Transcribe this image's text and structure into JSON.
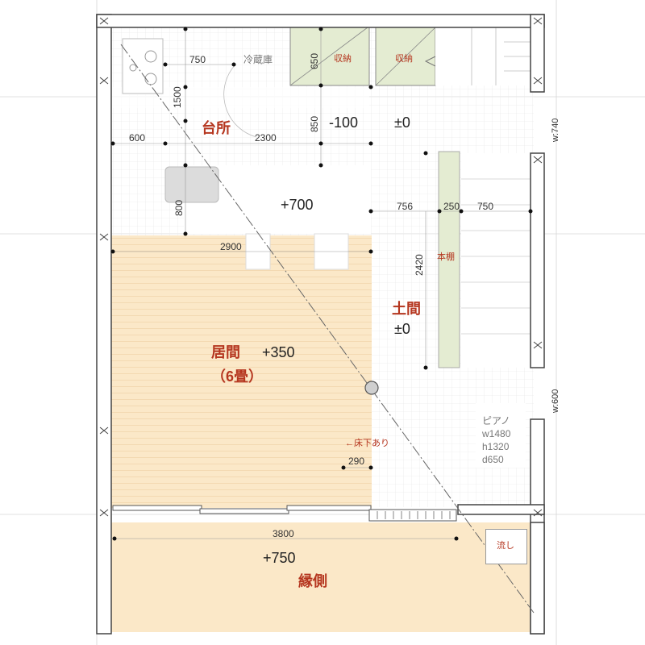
{
  "rooms": {
    "kitchen": "台所",
    "living": "居間",
    "living_mats": "（6畳）",
    "doma": "土間",
    "engawa": "縁側"
  },
  "levels": {
    "kitchen_sunken": "-100",
    "entry_zero": "±0",
    "dining_raised": "+700",
    "doma_zero": "±0",
    "living_level": "+350",
    "engawa_level": "+750"
  },
  "labels": {
    "fridge": "冷蔵庫",
    "storage_1": "収納",
    "storage_2": "収納",
    "bookshelf": "本棚",
    "underfloor": "←床下あり",
    "sink": "流し",
    "piano_title": "ピアノ",
    "piano_w": "w1480",
    "piano_h": "h1320",
    "piano_d": "d650",
    "window_right_top": "w:740",
    "window_right_bottom": "w:600"
  },
  "dimensions": {
    "d750_top": "750",
    "d650": "650",
    "d1500": "1500",
    "d600": "600",
    "d2300": "2300",
    "d850": "850",
    "d800": "800",
    "d756": "756",
    "d250": "250",
    "d750_right": "750",
    "d2900": "2900",
    "d2420": "2420",
    "d290": "290",
    "d3800": "3800"
  },
  "colors": {
    "wall_fill": "#ffffff",
    "wall_stroke": "#444444",
    "wood_floor": "#fbe8c8",
    "grid_line": "#e8e8e8",
    "storage_fill": "#e4ecd2",
    "bookshelf_fill": "#e4ecd2",
    "room_label": "#b5361f",
    "sink_fill": "#dcdcdc"
  }
}
